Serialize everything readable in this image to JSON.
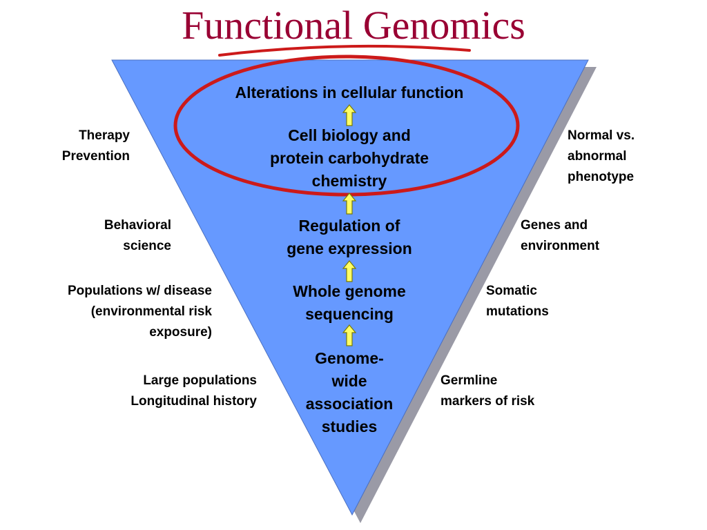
{
  "title": "Functional Genomics",
  "colors": {
    "title": "#990033",
    "triangle_fill": "#6699ff",
    "triangle_shadow": "#9a9aa6",
    "highlight_ellipse": "#cc1a1a",
    "arrow_fill": "#ffff66",
    "arrow_stroke": "#7a7a00"
  },
  "stages": [
    {
      "lines": [
        "Alterations in cellular function"
      ]
    },
    {
      "lines": [
        "Cell biology and",
        "protein carbohydrate",
        "chemistry"
      ]
    },
    {
      "lines": [
        "Regulation of",
        "gene expression"
      ]
    },
    {
      "lines": [
        "Whole genome",
        "sequencing"
      ]
    },
    {
      "lines": [
        "Genome-",
        "wide",
        "association",
        "studies"
      ]
    }
  ],
  "left_labels": [
    {
      "lines": [
        "Therapy",
        "Prevention"
      ]
    },
    {
      "lines": [
        "Behavioral",
        "science"
      ]
    },
    {
      "lines": [
        "Populations w/ disease",
        "(environmental risk",
        "exposure)"
      ]
    },
    {
      "lines": [
        "Large populations",
        "Longitudinal history"
      ]
    }
  ],
  "right_labels": [
    {
      "lines": [
        "Normal vs.",
        "abnormal",
        "phenotype"
      ]
    },
    {
      "lines": [
        "Genes and",
        "environment"
      ]
    },
    {
      "lines": [
        "Somatic",
        "mutations"
      ]
    },
    {
      "lines": [
        "Germline",
        "markers of risk"
      ]
    }
  ],
  "arrows": [
    "up-arrow",
    "up-arrow",
    "up-arrow",
    "up-arrow"
  ]
}
